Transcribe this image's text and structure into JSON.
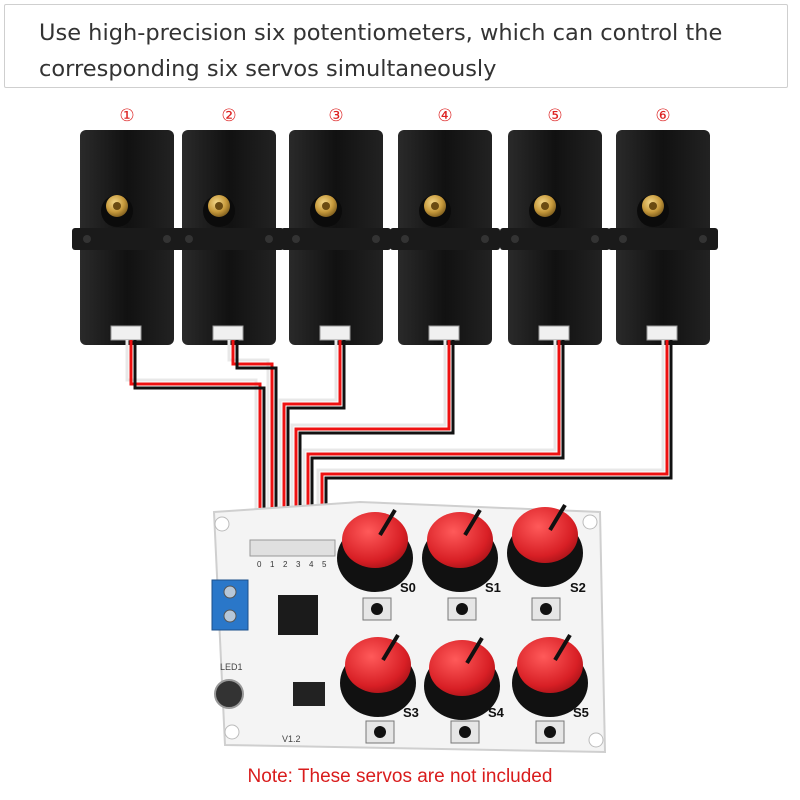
{
  "caption": {
    "line1": "Use high-precision six potentiometers, which can control the",
    "line2": "corresponding six servos simultaneously"
  },
  "servos": [
    {
      "id": "servo-1",
      "number": "①"
    },
    {
      "id": "servo-2",
      "number": "②"
    },
    {
      "id": "servo-3",
      "number": "③"
    },
    {
      "id": "servo-4",
      "number": "④"
    },
    {
      "id": "servo-5",
      "number": "⑤"
    },
    {
      "id": "servo-6",
      "number": "⑥"
    }
  ],
  "board": {
    "knob_labels": [
      "S0",
      "S1",
      "S2",
      "S3",
      "S4",
      "S5"
    ],
    "version": "V1.2",
    "led_label": "LED1",
    "port_labels": [
      "0",
      "1",
      "2",
      "3",
      "4",
      "5"
    ]
  },
  "note": "Note: These servos are not included",
  "colors": {
    "servo_body": "#151515",
    "horn": "#c9a24a",
    "knob": "#e1262c",
    "terminal": "#2a77c9",
    "note": "#d91c1c"
  }
}
